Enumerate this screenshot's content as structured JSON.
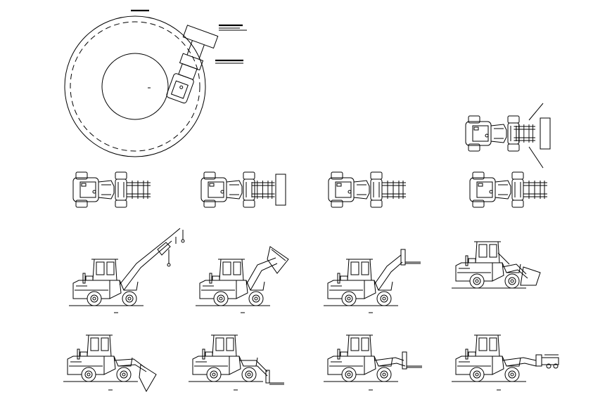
{
  "drawing": {
    "title": "",
    "background": "#ffffff",
    "line_color": "#000000",
    "turning_circle": {
      "label": ""
    },
    "top_views": [
      {
        "name": "top-view-1",
        "attachment": "forks"
      },
      {
        "name": "top-view-2",
        "attachment": "bucket"
      },
      {
        "name": "top-view-3",
        "attachment": "forks"
      },
      {
        "name": "top-view-4",
        "attachment": "forks"
      },
      {
        "name": "top-view-articulated",
        "attachment": "bucket"
      }
    ],
    "side_views_row1": [
      {
        "name": "side-view-crane-jib",
        "attachment": "crane-jib"
      },
      {
        "name": "side-view-bale-clamp",
        "attachment": "clamp"
      },
      {
        "name": "side-view-pallet-forks-raised",
        "attachment": "forks"
      },
      {
        "name": "side-view-bucket-lowered",
        "attachment": "bucket"
      }
    ],
    "side_views_row2": [
      {
        "name": "side-view-bucket-dump",
        "attachment": "bucket"
      },
      {
        "name": "side-view-forks-lowered",
        "attachment": "forks"
      },
      {
        "name": "side-view-forks-extended",
        "attachment": "forks"
      },
      {
        "name": "side-view-block-clamp",
        "attachment": "clamp"
      }
    ]
  }
}
